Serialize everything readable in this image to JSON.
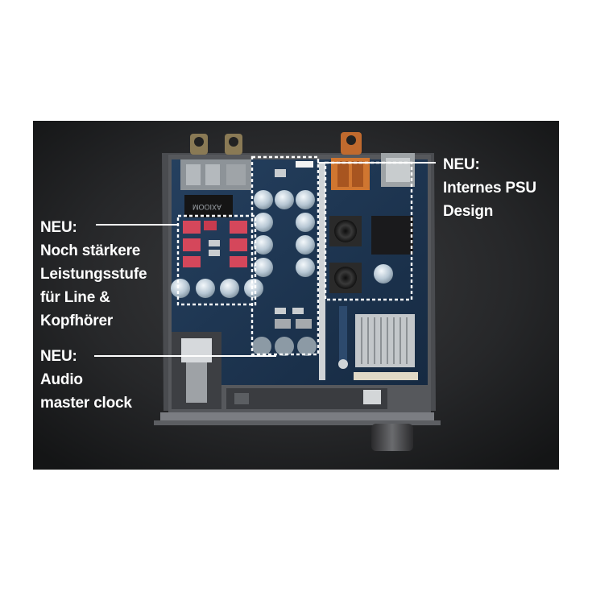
{
  "image": {
    "subject": "photo-top-view-open-audio-amplifier-circuit-board",
    "background_color": "#ffffff",
    "photo_backdrop_color": "#2b2c2e",
    "board_color": "#1f3550",
    "highlight_box_color": "#ffffff"
  },
  "board_labels": {
    "chip_marking": "AXIOOM"
  },
  "callouts": {
    "psu": {
      "heading": "NEU:",
      "line1": "Internes PSU",
      "line2": "Design"
    },
    "power_stage": {
      "heading": "NEU:",
      "line1": "Noch stärkere",
      "line2": "Leistungsstufe",
      "line3": "für Line &",
      "line4": "Kopfhörer"
    },
    "clock": {
      "heading": "NEU:",
      "line1": "Audio",
      "line2": "master clock"
    }
  }
}
